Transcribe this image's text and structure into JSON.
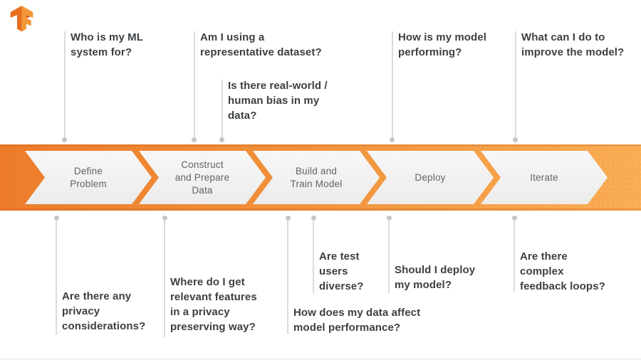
{
  "page": {
    "title": "TensorFlow ML workflow diagram"
  },
  "logo": {
    "name": "TensorFlow"
  },
  "colors": {
    "band_left": "#ec7c2b",
    "band_right": "#f9ac52",
    "chevron_fill": "#f2f2f2",
    "stage_text": "#5f6368",
    "question_text": "#3c4043",
    "connector_line": "#d9dbdd",
    "connector_dot": "#c3c6c9",
    "logo_orange_dark": "#e76f1f",
    "logo_orange_light": "#f29838"
  },
  "stages": [
    {
      "label": "Define\nProblem"
    },
    {
      "label": "Construct\nand Prepare\nData"
    },
    {
      "label": "Build and\nTrain Model"
    },
    {
      "label": "Deploy"
    },
    {
      "label": "Iterate"
    }
  ],
  "questions_top": [
    {
      "text": "Who is my ML\nsystem for?"
    },
    {
      "text": "Am I using a\nrepresentative dataset?"
    },
    {
      "text": "Is there real-world /\nhuman bias in my\ndata?"
    },
    {
      "text": "How is my model\nperforming?"
    },
    {
      "text": "What can I do to\nimprove the model?"
    }
  ],
  "questions_bottom": [
    {
      "text": "Are there any\nprivacy\nconsiderations?"
    },
    {
      "text": "Where do I get\nrelevant features\nin a privacy\npreserving way?"
    },
    {
      "text": "How does my data affect\nmodel performance?"
    },
    {
      "text": "Are test\nusers\ndiverse?"
    },
    {
      "text": "Should I deploy\nmy model?"
    },
    {
      "text": "Are there\ncomplex\nfeedback loops?"
    }
  ]
}
